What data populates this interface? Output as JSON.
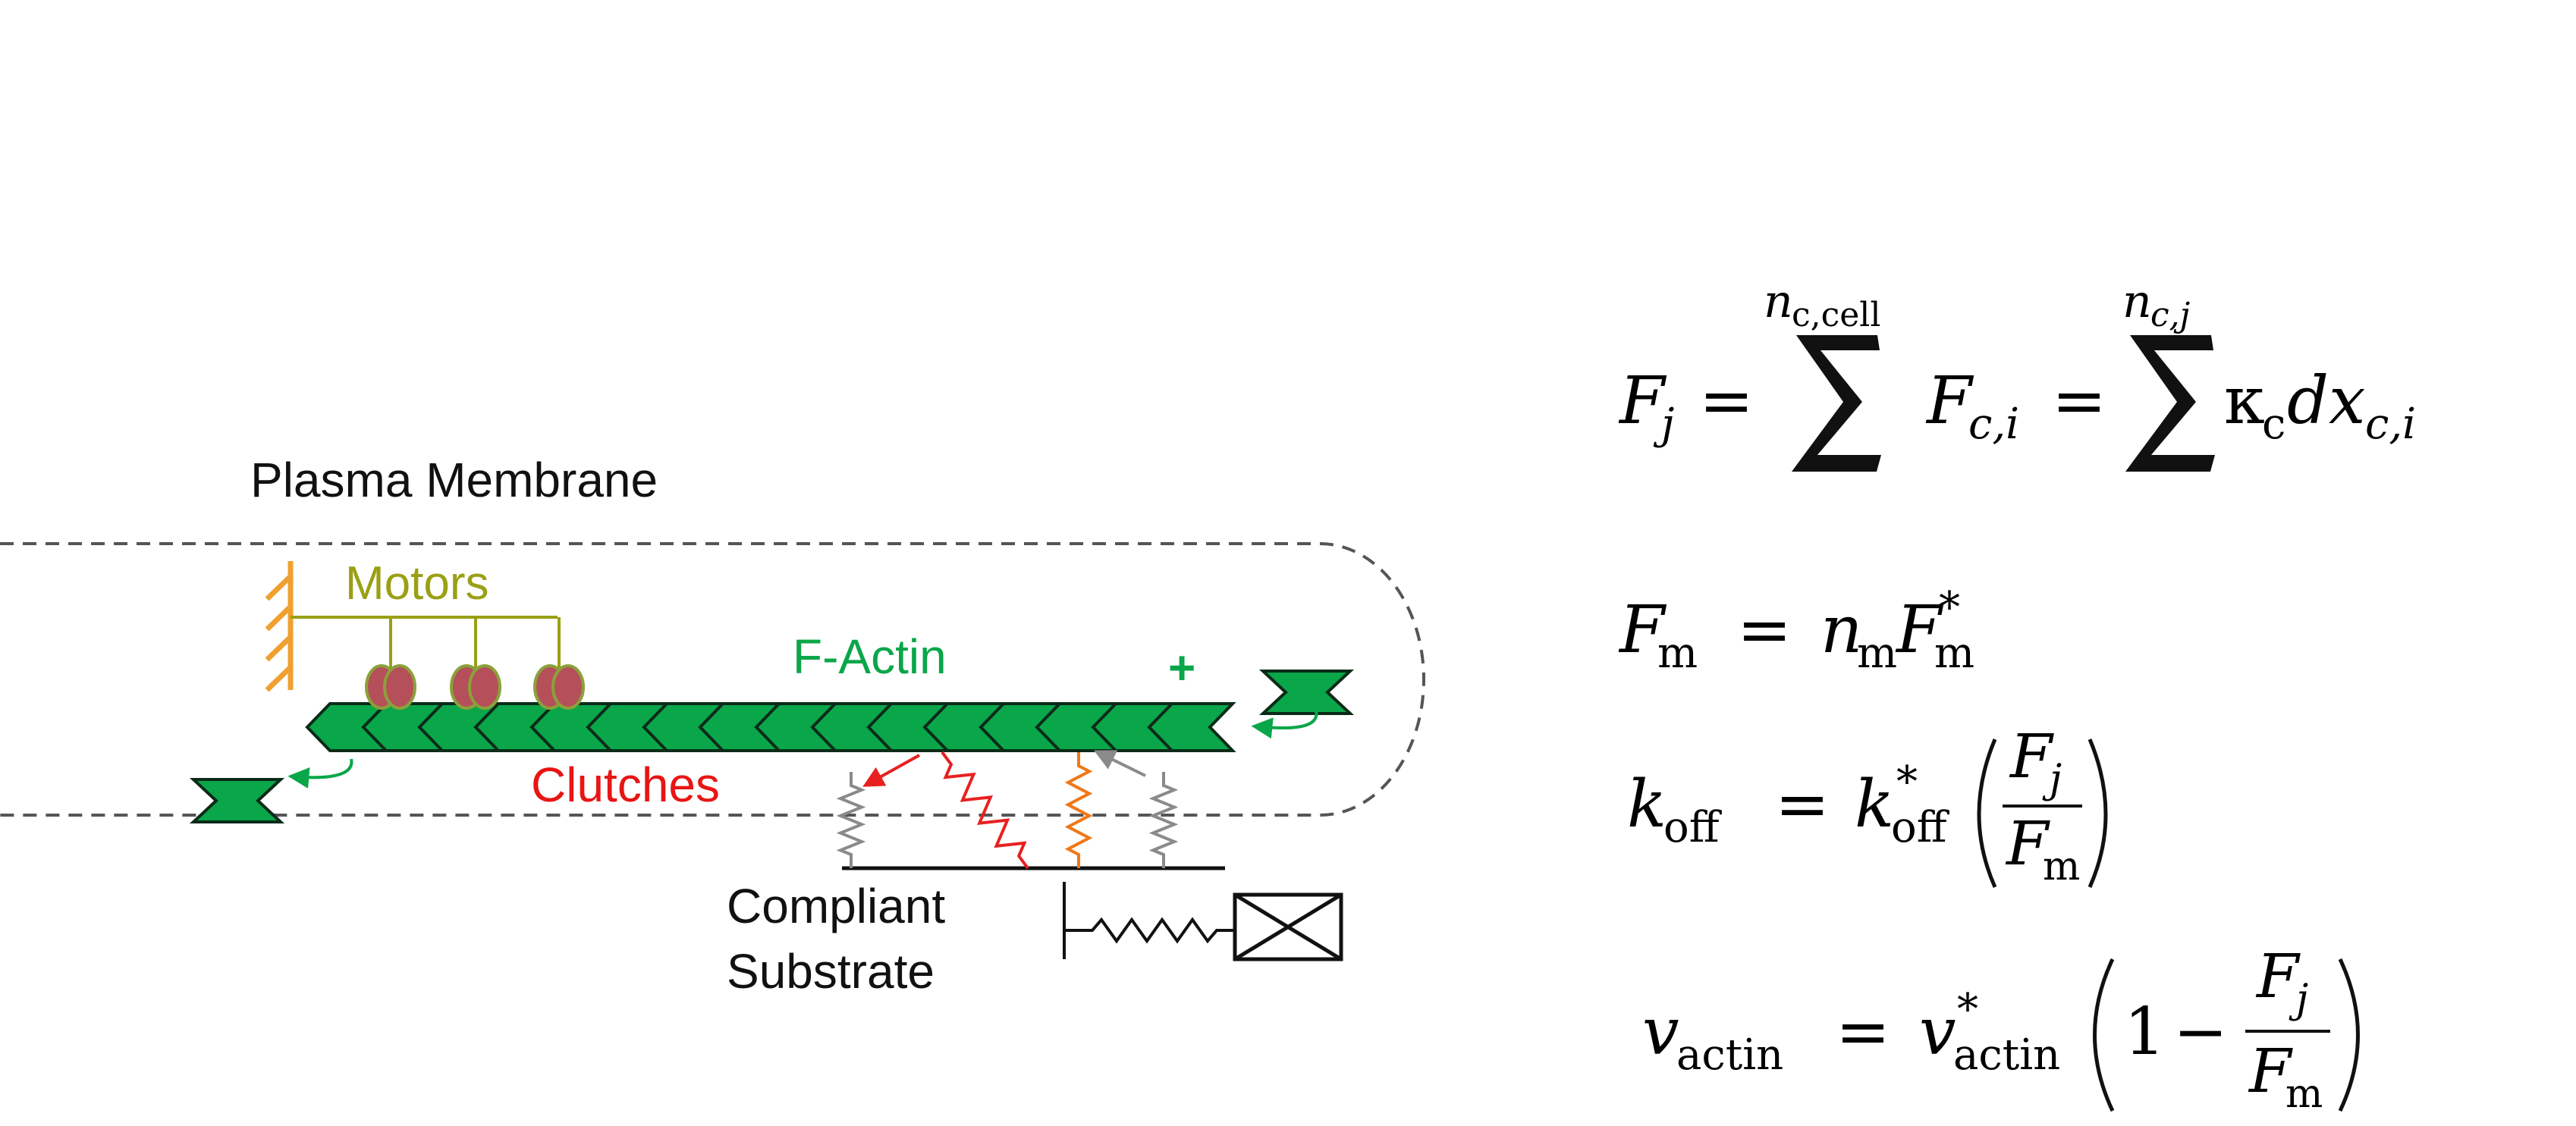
{
  "diagram": {
    "labels": {
      "plasma_membrane": "Plasma Membrane",
      "motors": "Motors",
      "f_actin": "F-Actin",
      "plus_end": "+",
      "clutches": "Clutches",
      "compliant": "Compliant",
      "substrate": "Substrate"
    },
    "colors": {
      "actin": "#0aa64a",
      "actin_stroke": "#0a2b18",
      "motors_text": "#9aa014",
      "motor_body": "#b5505a",
      "motor_outline": "#8aa13a",
      "anchor": "#f0a030",
      "clutches_text": "#e81515",
      "clutch_red": "#e82020",
      "clutch_orange": "#f07818",
      "clutch_gray": "#8a8a8a",
      "membrane": "#555555",
      "black": "#111111"
    }
  },
  "equations": {
    "eq1": {
      "lhs_F": "F",
      "lhs_sub": "j",
      "eq": "=",
      "sum1_upper_n": "n",
      "sum1_upper_sub": "c,cell",
      "term1_F": "F",
      "term1_sub": "c,i",
      "eq2": "=",
      "sum2_upper_n": "n",
      "sum2_upper_sub": "c,j",
      "kappa": "κ",
      "kappa_sub": "c",
      "term2": "dx",
      "term2_sub": "c,i"
    },
    "eq2": {
      "F": "F",
      "sub": "m",
      "eq": "=",
      "n": "n",
      "n_sub": "m",
      "F2": "F",
      "F2_sub": "m",
      "F2_sup": "*"
    },
    "eq3": {
      "k": "k",
      "k_sub": "off",
      "eq": "=",
      "k2": "k",
      "k2_sub": "off",
      "k2_sup": "*",
      "num_F": "F",
      "num_sub": "j",
      "den_F": "F",
      "den_sub": "m"
    },
    "eq4": {
      "v": "v",
      "v_sub": "actin",
      "eq": "=",
      "v2": "v",
      "v2_sub": "actin",
      "v2_sup": "*",
      "one": "1",
      "minus": "−",
      "num_F": "F",
      "num_sub": "j",
      "den_F": "F",
      "den_sub": "m"
    }
  }
}
